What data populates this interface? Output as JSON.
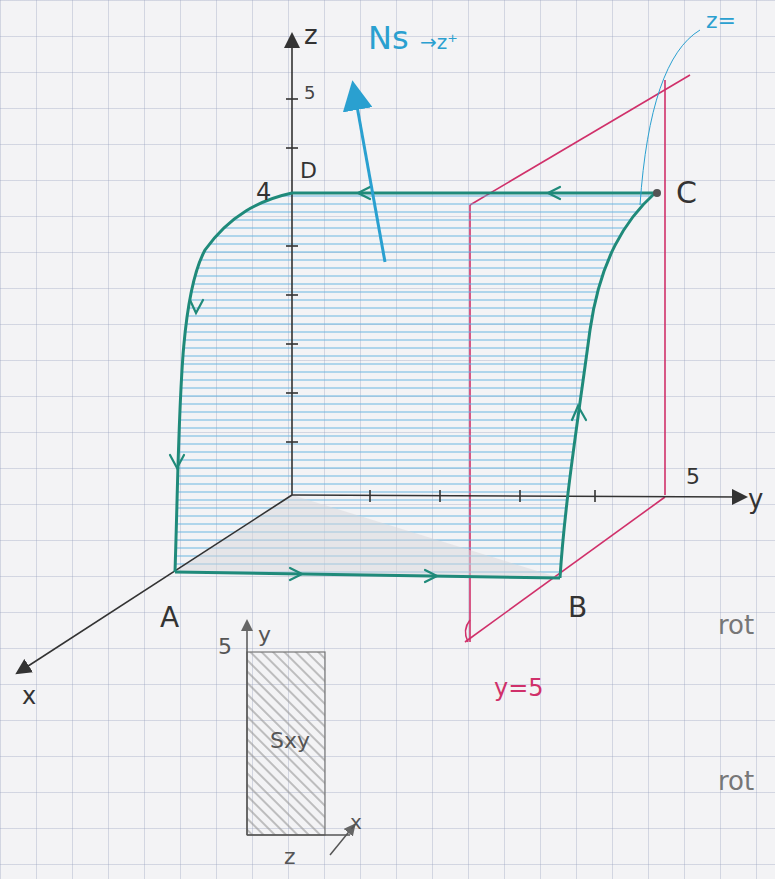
{
  "diagram": {
    "labels": [
      "z",
      "5",
      "4",
      "D",
      "Ns",
      "→z⁺",
      "z=",
      "C",
      "5",
      "y",
      "A",
      "B",
      "x",
      "y=5",
      "5",
      "y",
      "Sxy",
      "x",
      "z",
      "rot",
      "rot"
    ]
  }
}
